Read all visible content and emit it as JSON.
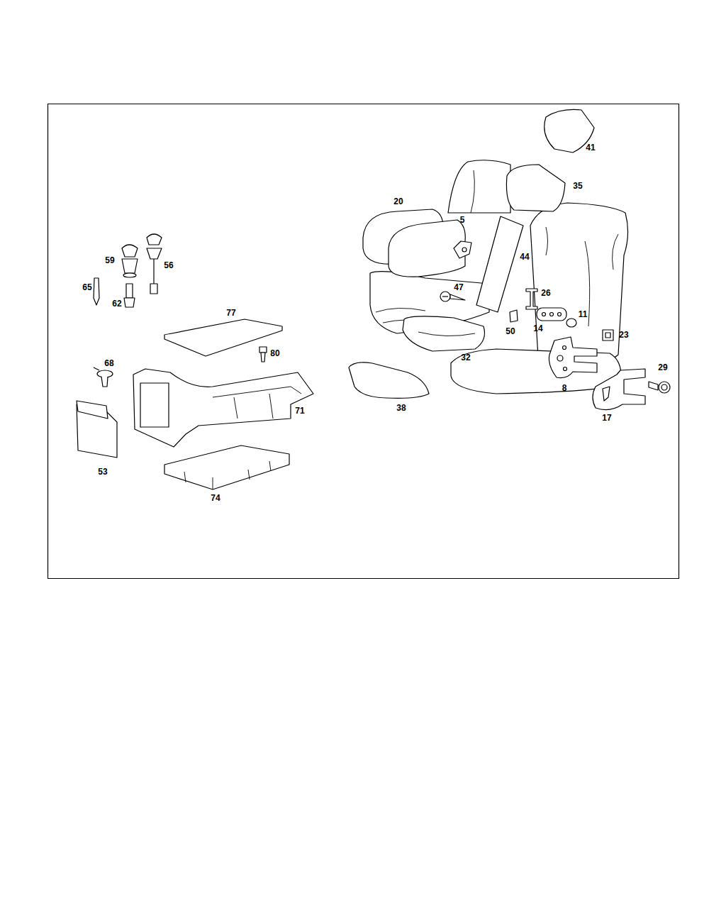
{
  "diagram": {
    "labels": [
      "41",
      "35",
      "20",
      "5",
      "44",
      "59",
      "56",
      "65",
      "47",
      "26",
      "62",
      "11",
      "14",
      "50",
      "23",
      "77",
      "32",
      "80",
      "68",
      "29",
      "8",
      "71",
      "38",
      "17",
      "53",
      "74"
    ]
  }
}
